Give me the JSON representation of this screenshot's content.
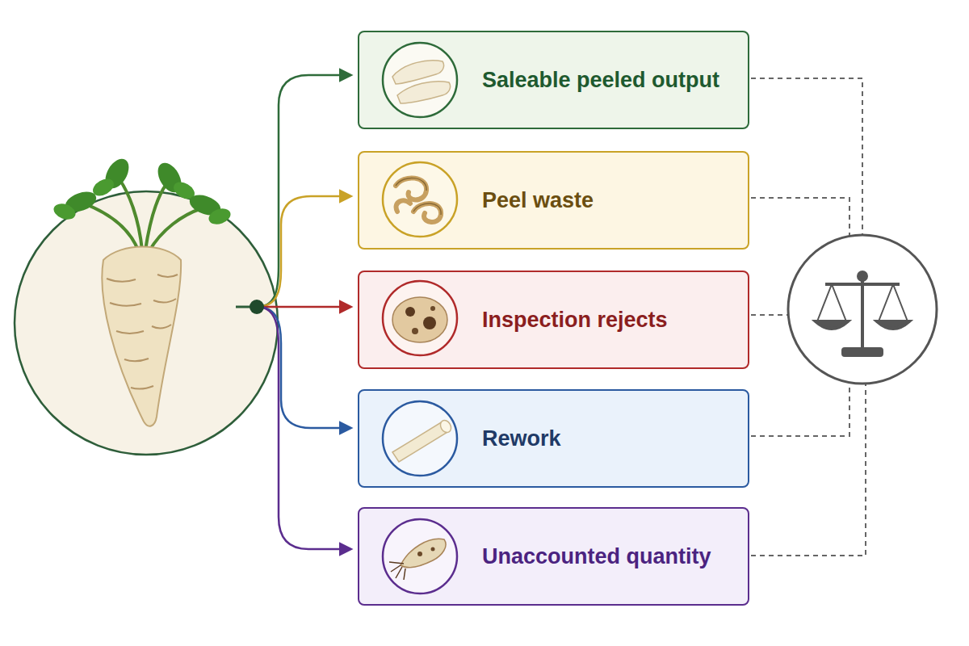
{
  "diagram": {
    "nodes": [
      {
        "text": [
          "Saleable peeled output"
        ]
      },
      {
        "text": [
          "Peel waste"
        ]
      },
      {
        "text": [
          "Inspection rejects"
        ]
      },
      {
        "text": [
          "Rework"
        ]
      },
      {
        "text": [
          "Unaccounted quantity"
        ]
      }
    ]
  }
}
